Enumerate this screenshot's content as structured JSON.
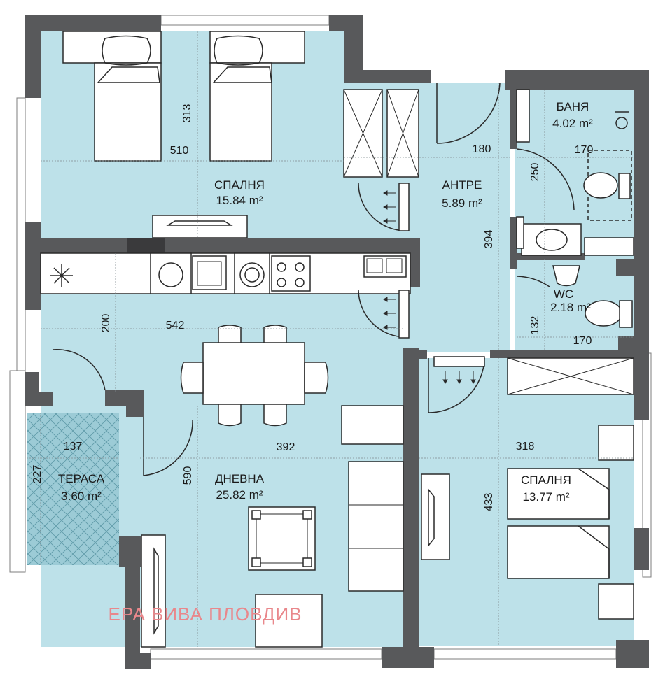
{
  "rooms": {
    "bedroom1": {
      "name": "СПАЛНЯ",
      "area": "15.84 m²"
    },
    "hall": {
      "name": "АНТРЕ",
      "area": "5.89 m²"
    },
    "bathroom": {
      "name": "БАНЯ",
      "area": "4.02 m²"
    },
    "wc": {
      "name": "WC",
      "area": "2.18 m²"
    },
    "living": {
      "name": "ДНЕВНА",
      "area": "25.82 m²"
    },
    "terrace": {
      "name": "ТЕРАСА",
      "area": "3.60 m²"
    },
    "bedroom2": {
      "name": "СПАЛНЯ",
      "area": "13.77 m²"
    }
  },
  "dimensions": {
    "bed1_width": "510",
    "bed1_depth": "313",
    "hall_width": "180",
    "hall_length": "394",
    "bath_width": "170",
    "bath_depth": "250",
    "wc_depth": "132",
    "wc_width": "170",
    "kitchen_width": "542",
    "kitchen_depth": "200",
    "living_width": "392",
    "living_depth": "590",
    "terrace_width": "137",
    "terrace_depth": "227",
    "bed2_width": "318",
    "bed2_depth": "433"
  },
  "watermark": "ЕРА ВИВА ПЛОВДИВ",
  "colors": {
    "floor": "#bde1e9",
    "wall": "#58595b",
    "terrace": "#9ccbd6",
    "watermark": "#e9878b"
  }
}
